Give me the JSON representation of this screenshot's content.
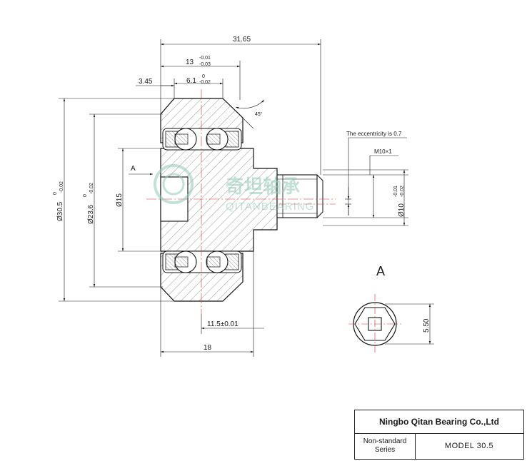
{
  "dimensions": {
    "overall_length": "31.65",
    "body_width": "13",
    "body_width_tol_upper": "-0.01",
    "body_width_tol_lower": "-0.03",
    "bearing_width": "6.1",
    "bearing_width_tol_upper": "0",
    "bearing_width_tol_lower": "-0.02",
    "offset": "3.45",
    "chamfer_angle": "45°",
    "outer_diameter": "Ø30.5",
    "outer_diameter_tol_upper": "0",
    "outer_diameter_tol_lower": "-0.02",
    "inner_diameter": "Ø23.6",
    "inner_diameter_tol_upper": "0",
    "inner_diameter_tol_lower": "-0.02",
    "bore_diameter": "Ø15",
    "shaft_diameter": "Ø10",
    "shaft_diameter_tol_upper": "-0.01",
    "shaft_diameter_tol_lower": "-0.02",
    "center_distance": "11.5±0.01",
    "hub_length": "18",
    "hex_height": "5.50"
  },
  "notes": {
    "eccentricity": "The eccentricity is 0.7",
    "thread": "M10×1",
    "view_marker": "A",
    "view_title": "A"
  },
  "watermark": {
    "logo_text": "奇坦轴承",
    "brand_text": "QITANBEARING"
  },
  "title_block": {
    "company": "Ningbo Qitan Bearing Co.,Ltd",
    "series_line1": "Non-standard",
    "series_line2": "Series",
    "model": "MODEL  30.5"
  }
}
